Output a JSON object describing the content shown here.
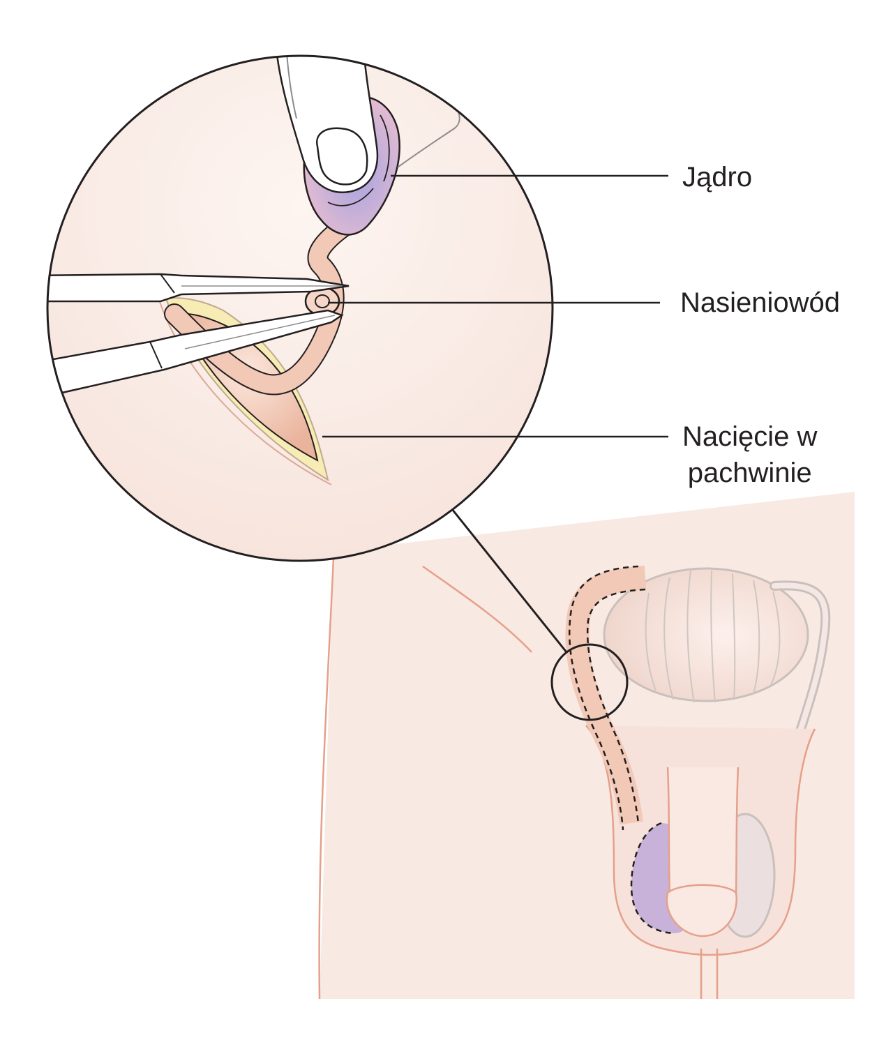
{
  "labels": {
    "testis": "Jądro",
    "vas_deferens": "Nasieniowód",
    "incision_line1": "Nacięcie w",
    "incision_line2": "pachwinie"
  },
  "colors": {
    "skin": "#f8e9e3",
    "skin_outline": "#e5a08a",
    "line": "#231f20",
    "tissue": "#f2c9b6",
    "testis_highlight": "#a9a6dd",
    "testis_purple": "#c9b2d9",
    "fat": "#f7edb4",
    "instrument": "#ffffff"
  }
}
